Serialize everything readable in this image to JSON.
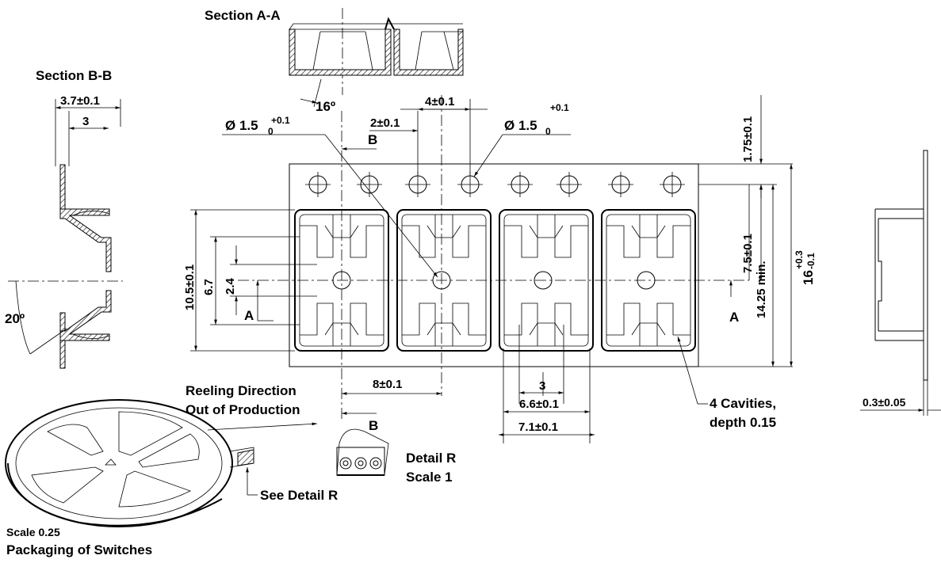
{
  "section_aa": {
    "title": "Section A-A",
    "angle": "16º"
  },
  "section_bb": {
    "title": "Section B-B",
    "dim_outer": "3.7±0.1",
    "dim_inner": "3",
    "angle": "20º"
  },
  "tape": {
    "hole_label_left": {
      "prefix": "Ø 1.5",
      "sup": "+0.1",
      "sub": "0"
    },
    "hole_label_right": {
      "prefix": "Ø 1.5",
      "sup": "+0.1",
      "sub": "0"
    },
    "dim_2": "2±0.1",
    "dim_4": "4±0.1",
    "dim_1_75": "1.75±0.1",
    "dim_7_5": "7.5±0.1",
    "dim_14_25": "14.25 min.",
    "dim_16": {
      "base": "16",
      "sup": "+0.3",
      "sub": "-0.1"
    },
    "dim_10_5": "10.5±0.1",
    "dim_6_7": "6.7",
    "dim_2_4": "2.4",
    "dim_8": "8±0.1",
    "dim_3": "3",
    "dim_6_6": "6.6±0.1",
    "dim_7_1": "7.1±0.1",
    "section_letter_a": "A",
    "section_letter_b": "B",
    "cavities_note": [
      "4 Cavities,",
      "depth 0.15"
    ]
  },
  "side_view": {
    "dim_thickness": "0.3±0.05"
  },
  "reel": {
    "direction_label": [
      "Reeling Direction",
      "Out of Production"
    ],
    "see_detail": "See Detail R",
    "detail_title": [
      "Detail R",
      "Scale 1"
    ],
    "scale": "Scale 0.25",
    "caption": "Packaging of Switches"
  }
}
